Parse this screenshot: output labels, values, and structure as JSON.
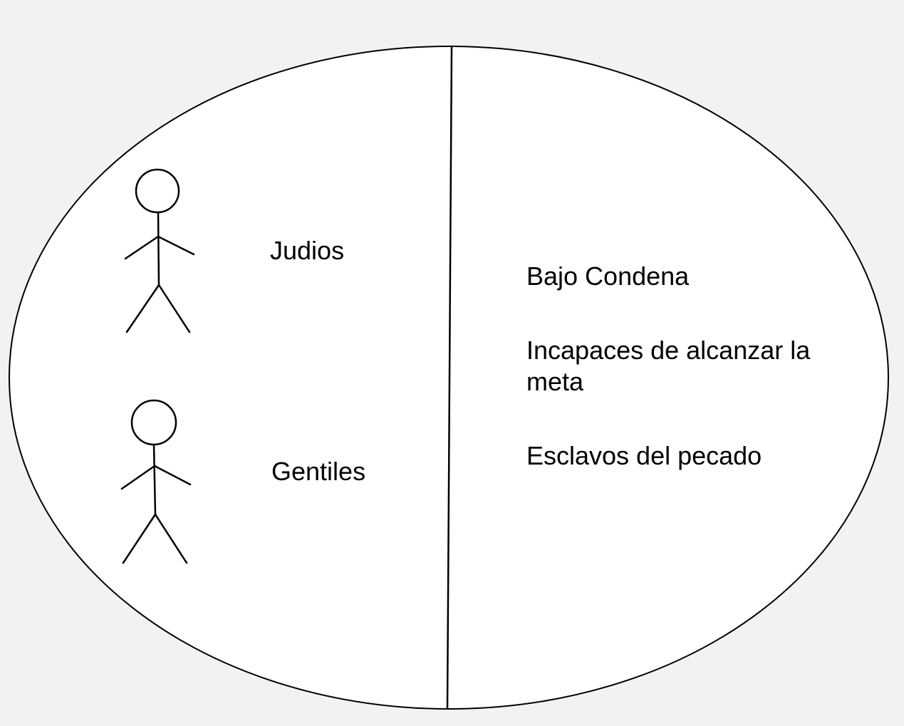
{
  "diagram": {
    "left_group": {
      "figures": [
        {
          "label": "Judios"
        },
        {
          "label": "Gentiles"
        }
      ]
    },
    "right_group": {
      "statements": [
        "Bajo Condena",
        "Incapaces de alcanzar la meta",
        "Esclavos del pecado"
      ]
    }
  },
  "colors": {
    "background": "#f2f2f2",
    "stroke": "#000000",
    "text": "#000000"
  },
  "icons": {
    "figure": "stick-figure-icon"
  }
}
